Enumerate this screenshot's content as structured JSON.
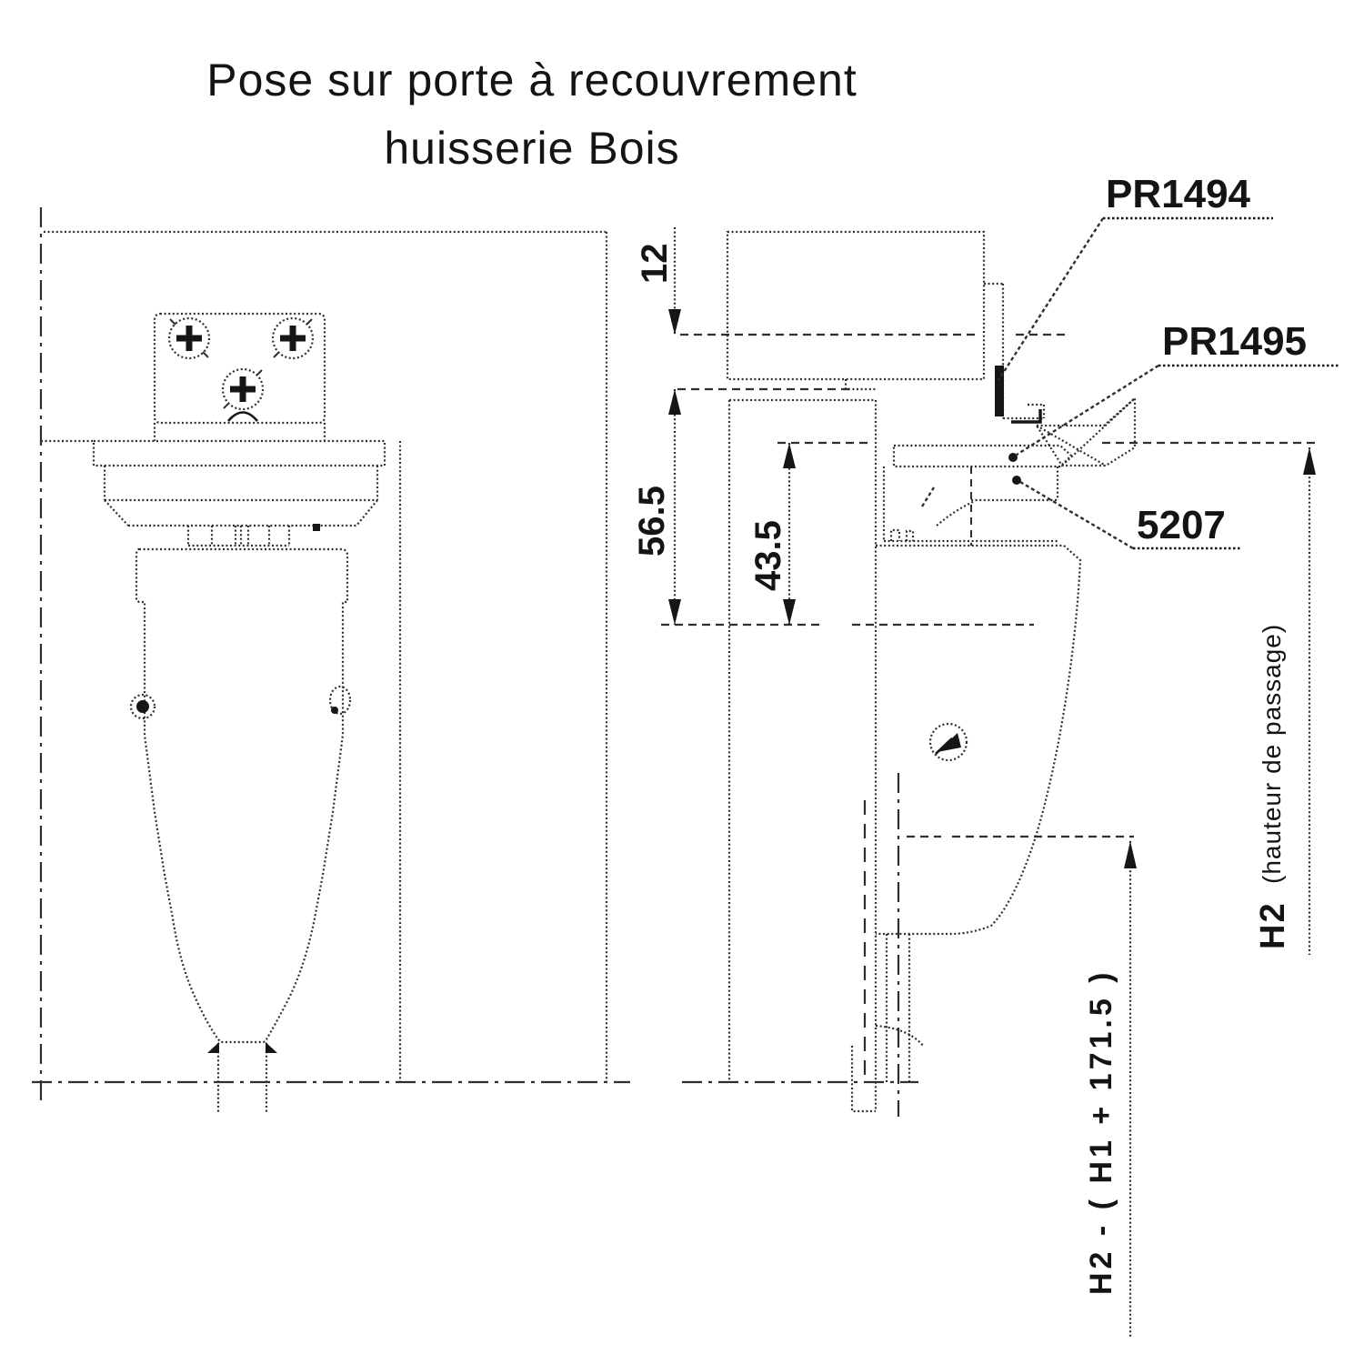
{
  "title": {
    "line1": "Pose sur porte à recouvrement",
    "line2": "huisserie Bois"
  },
  "part_labels": {
    "bracket": "PR1494",
    "mounting_plate": "PR1495",
    "closer_body": "5207"
  },
  "dimensions": {
    "frame_overlap": "12",
    "frame_to_axis": "56.5",
    "plate_to_axis": "43.5",
    "passage_height_symbol": "H2",
    "passage_height_note": "(hauteur de passage)",
    "closer_position_formula": "H2 - ( H1 + 171.5 )"
  },
  "colors": {
    "ink": "#141414",
    "line": "#2e2e2e",
    "paper": "#ffffff"
  }
}
